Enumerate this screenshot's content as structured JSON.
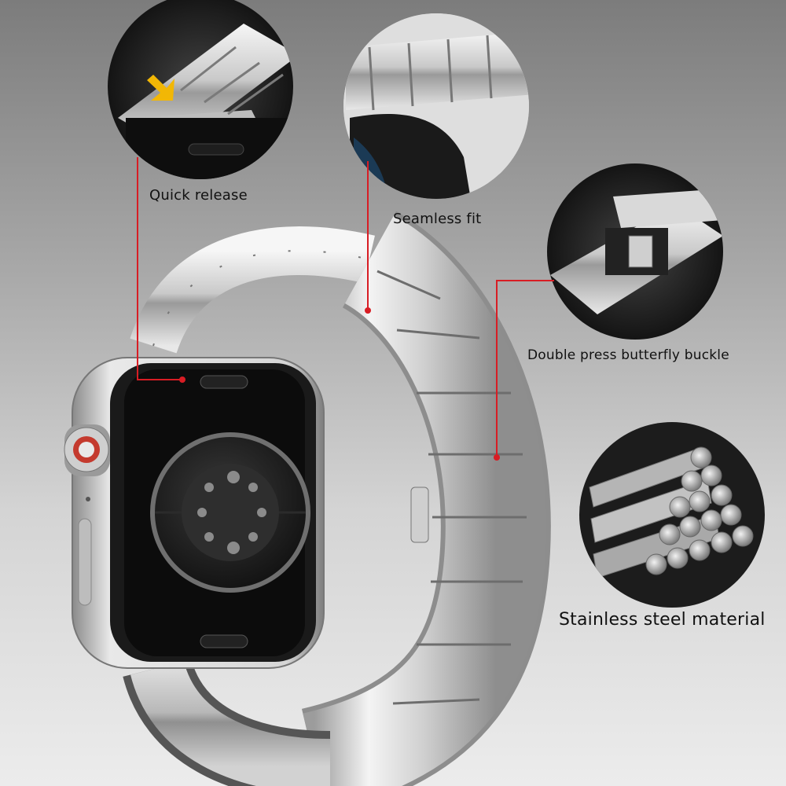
{
  "features": {
    "quick_release": "Quick release",
    "seamless_fit": "Seamless fit",
    "butterfly_buckle": "Double press butterfly buckle",
    "stainless_steel": "Stainless steel material"
  },
  "colors": {
    "callout_line": "#d81d24",
    "arrow": "#f2b705",
    "steel": "#d9d9d9",
    "glass": "#111111"
  }
}
